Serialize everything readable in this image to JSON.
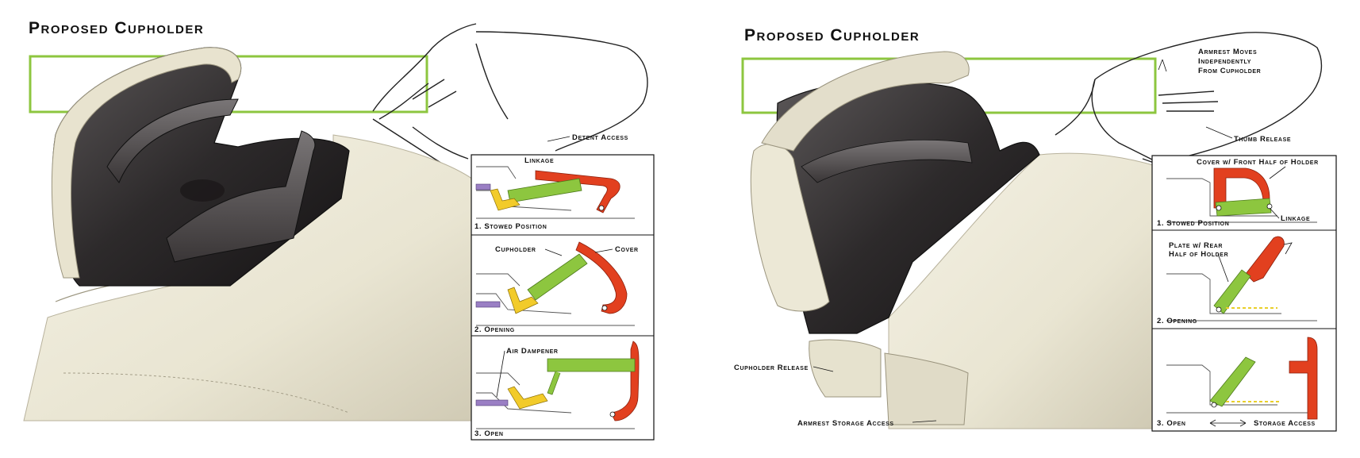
{
  "left_panel": {
    "title": "Proposed Cupholder",
    "callouts": {
      "detent_access": "Detent Access"
    },
    "steps": [
      {
        "caption": "1. Stowed Position",
        "labels": [
          "Linkage"
        ]
      },
      {
        "caption": "2. Opening",
        "labels": [
          "Cupholder",
          "Cover"
        ]
      },
      {
        "caption": "3. Open",
        "labels": [
          "Air Dampener"
        ]
      }
    ]
  },
  "right_panel": {
    "title": "Proposed Cupholder",
    "callouts": {
      "armrest_moves": [
        "Armrest Moves",
        "Independently",
        "From Cupholder"
      ],
      "thumb_release": "Thumb Release",
      "cupholder_release": "Cupholder Release",
      "armrest_storage_access": "Armrest Storage Access"
    },
    "steps": [
      {
        "caption": "1. Stowed Position",
        "labels": [
          "Cover w/ Front Half of Holder",
          "Linkage"
        ]
      },
      {
        "caption": "2. Opening",
        "labels": [
          "Plate w/ Rear",
          "Half of Holder"
        ]
      },
      {
        "caption": "3. Open",
        "labels": [
          "Storage Access"
        ]
      }
    ]
  },
  "colors": {
    "accent_green": "#8dc63f",
    "cover_red": "#e2401f",
    "linkage_yellow": "#f2cb2a",
    "dampener_purple": "#9a7fc4",
    "plastic_dark": "#2e2b2c",
    "leather_cream": "#ebe7d6"
  }
}
